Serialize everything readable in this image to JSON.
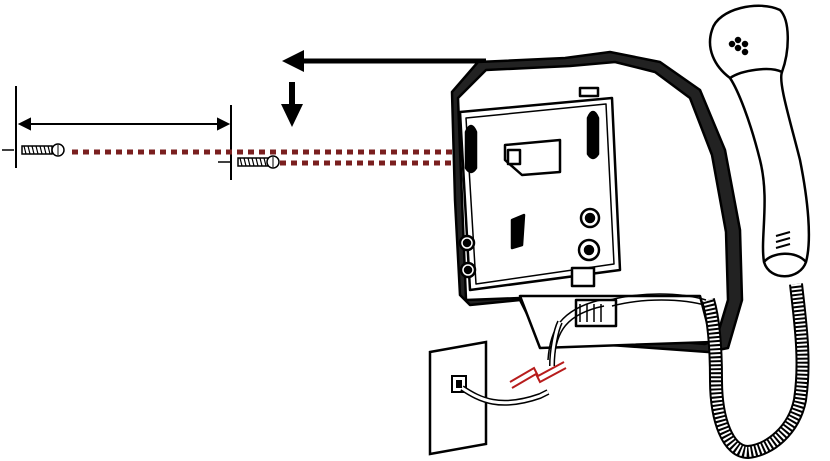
{
  "diagram": {
    "subject": "wall-mount-phone-installation",
    "colors": {
      "line": "#000000",
      "fill": "#ffffff",
      "phone_shadow": "#222222",
      "guide_dots": "#7a1f1f",
      "line_cord": "#b71c1c"
    },
    "parts": [
      {
        "name": "screw",
        "count": 2
      },
      {
        "name": "spacing-dimension",
        "count": 1
      },
      {
        "name": "move-left-arrow",
        "count": 1
      },
      {
        "name": "move-down-arrow",
        "count": 1
      },
      {
        "name": "phone-base",
        "count": 1
      },
      {
        "name": "handset",
        "count": 1
      },
      {
        "name": "coiled-cord",
        "count": 1
      },
      {
        "name": "wall-jack",
        "count": 1
      },
      {
        "name": "line-cord",
        "count": 1
      }
    ]
  }
}
